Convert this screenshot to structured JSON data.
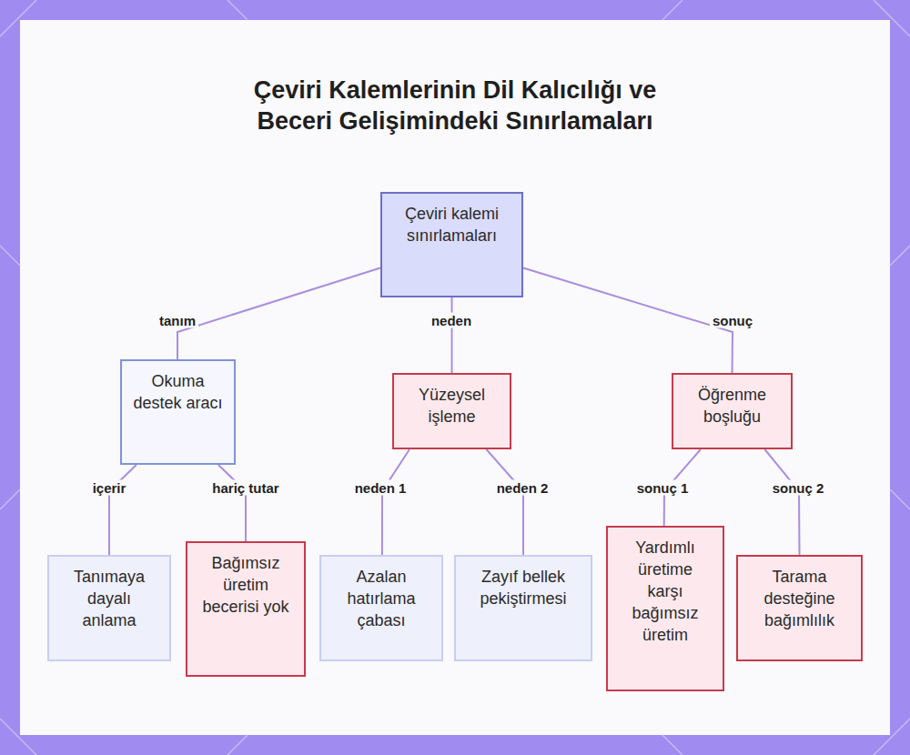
{
  "diagram": {
    "title": "Çeviri Kalemlerinin Dil Kalıcılığı ve Beceri Gelişimindeki Sınırlamaları",
    "nodes": [
      {
        "text": [
          "Çeviri kalemi sınırlamaları"
        ]
      },
      {
        "text": [
          "Okuma destek aracı"
        ]
      },
      {
        "text": [
          "Yüzeysel işleme"
        ]
      },
      {
        "text": [
          "Öğrenme boşluğu"
        ]
      },
      {
        "text": [
          "Tanımaya dayalı anlama"
        ]
      },
      {
        "text": [
          "Bağımsız üretim becerisi yok"
        ]
      },
      {
        "text": [
          "Azalan hatırlama çabası"
        ]
      },
      {
        "text": [
          "Zayıf bellek pekiştirmesi"
        ]
      },
      {
        "text": [
          "Yardımlı üretime karşı bağımsız üretim"
        ]
      },
      {
        "text": [
          "Tarama desteğine bağımlılık"
        ]
      }
    ],
    "edges": [
      {
        "from": 0,
        "to": 1,
        "label": "tanım",
        "arrow": "none"
      },
      {
        "from": 0,
        "to": 2,
        "label": "neden",
        "arrow": "none"
      },
      {
        "from": 0,
        "to": 3,
        "label": "sonuç",
        "arrow": "none"
      },
      {
        "from": 1,
        "to": 4,
        "label": "içerir",
        "arrow": "none"
      },
      {
        "from": 1,
        "to": 5,
        "label": "hariç tutar",
        "arrow": "none"
      },
      {
        "from": 2,
        "to": 6,
        "label": "neden 1",
        "arrow": "none"
      },
      {
        "from": 2,
        "to": 7,
        "label": "neden 2",
        "arrow": "none"
      },
      {
        "from": 3,
        "to": 8,
        "label": "sonuç 1",
        "arrow": "none"
      },
      {
        "from": 3,
        "to": 9,
        "label": "sonuç 2",
        "arrow": "none"
      }
    ]
  }
}
